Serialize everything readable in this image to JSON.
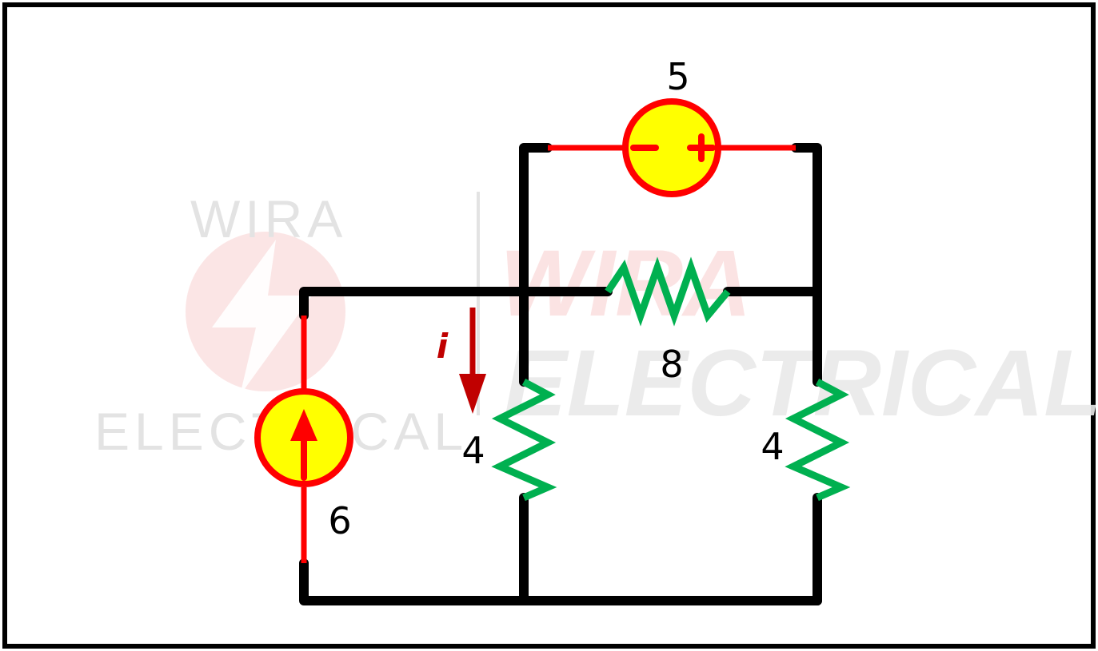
{
  "watermark": {
    "logo_top": "WIRA",
    "logo_bottom": "ELECTRICAL",
    "big_line1": "WIRA",
    "big_line2": "ELECTRICAL"
  },
  "components": {
    "voltage_source": {
      "value": "5",
      "minus": "−",
      "plus": "+"
    },
    "current_source": {
      "value": "6"
    },
    "resistor_top": {
      "value": "8"
    },
    "resistor_left": {
      "value": "4"
    },
    "resistor_right": {
      "value": "4"
    },
    "current_label": "i"
  },
  "colors": {
    "wire": "#000000",
    "source_wire": "#ff0000",
    "source_fill": "#ffff00",
    "resistor": "#00b050",
    "arrow": "#c00000",
    "watermark": "#d9d9d9"
  }
}
